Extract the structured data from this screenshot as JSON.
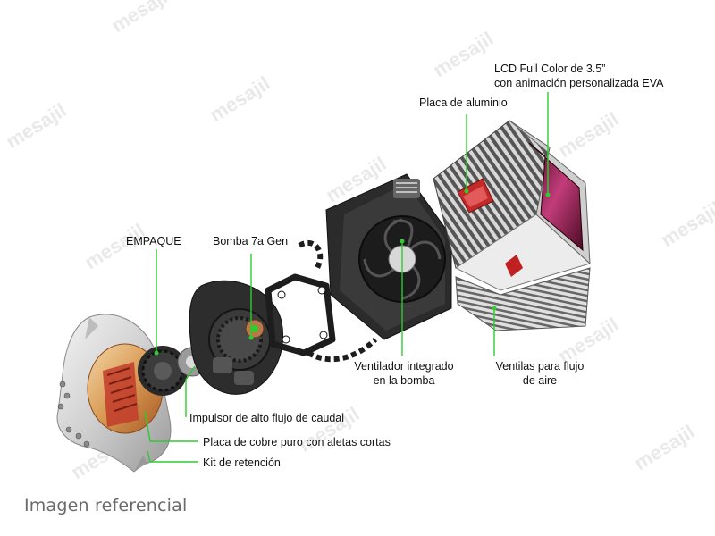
{
  "watermark": "mesajil",
  "labels": {
    "lcd_line1": "LCD Full Color de 3.5”",
    "lcd_line2": "con animación personalizada EVA",
    "placa_aluminio": "Placa de aluminio",
    "empaque": "EMPAQUE",
    "bomba": "Bomba 7a Gen",
    "ventilador_line1": "Ventilador integrado",
    "ventilador_line2": "en la bomba",
    "ventilas_line1": "Ventilas para flujo",
    "ventilas_line2": "de aire",
    "impulsor": "Impulsor de alto flujo de caudal",
    "placa_cobre": "Placa de cobre puro con aletas cortas",
    "kit": "Kit de retención"
  },
  "caption": "Imagen referencial",
  "colors": {
    "leader": "#2ecc2e",
    "text": "#111111",
    "caption": "#6a6a6a",
    "watermark": "#e9e9e9"
  }
}
